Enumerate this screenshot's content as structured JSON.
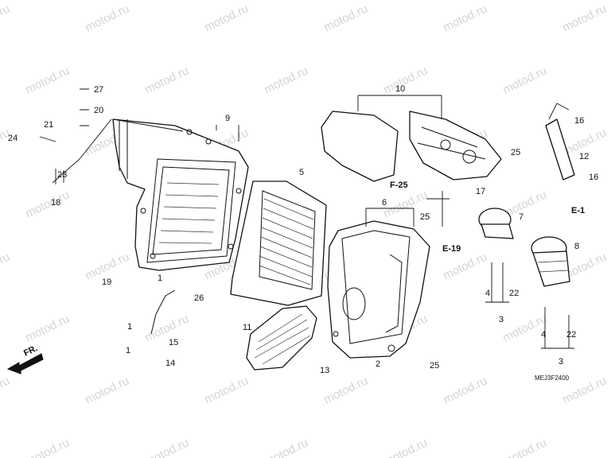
{
  "watermark": "motod.ru",
  "diagram_code": "MEJ3F2400",
  "front_label": "FR.",
  "part_numbers": [
    "27",
    "20",
    "21",
    "24",
    "23",
    "18",
    "9",
    "19",
    "1",
    "26",
    "1",
    "15",
    "1",
    "14",
    "11",
    "5",
    "10",
    "6",
    "13",
    "2",
    "25",
    "25",
    "F-25",
    "25",
    "17",
    "E-19",
    "16",
    "12",
    "16",
    "E-1",
    "7",
    "8",
    "4",
    "22",
    "3",
    "4",
    "22",
    "3"
  ],
  "references": [
    "F-25",
    "E-19",
    "E-1"
  ]
}
